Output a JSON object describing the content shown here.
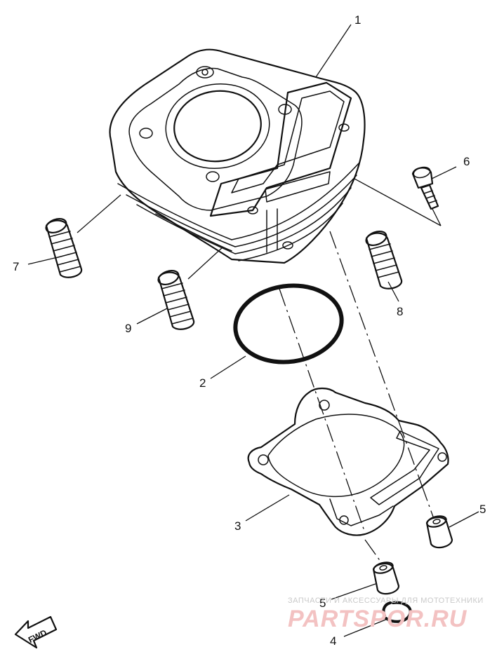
{
  "callouts": {
    "c1": "1",
    "c2": "2",
    "c3": "3",
    "c4": "4",
    "c5a": "5",
    "c5b": "5",
    "c6": "6",
    "c7": "7",
    "c8": "8",
    "c9": "9"
  },
  "direction_marker": "FWD",
  "watermark": {
    "tagline": "ЗАПЧАСТИ И АКСЕССУАРЫ ДЛЯ МОТОТЕХНИКИ",
    "brand": "PARTSPOR.RU"
  }
}
